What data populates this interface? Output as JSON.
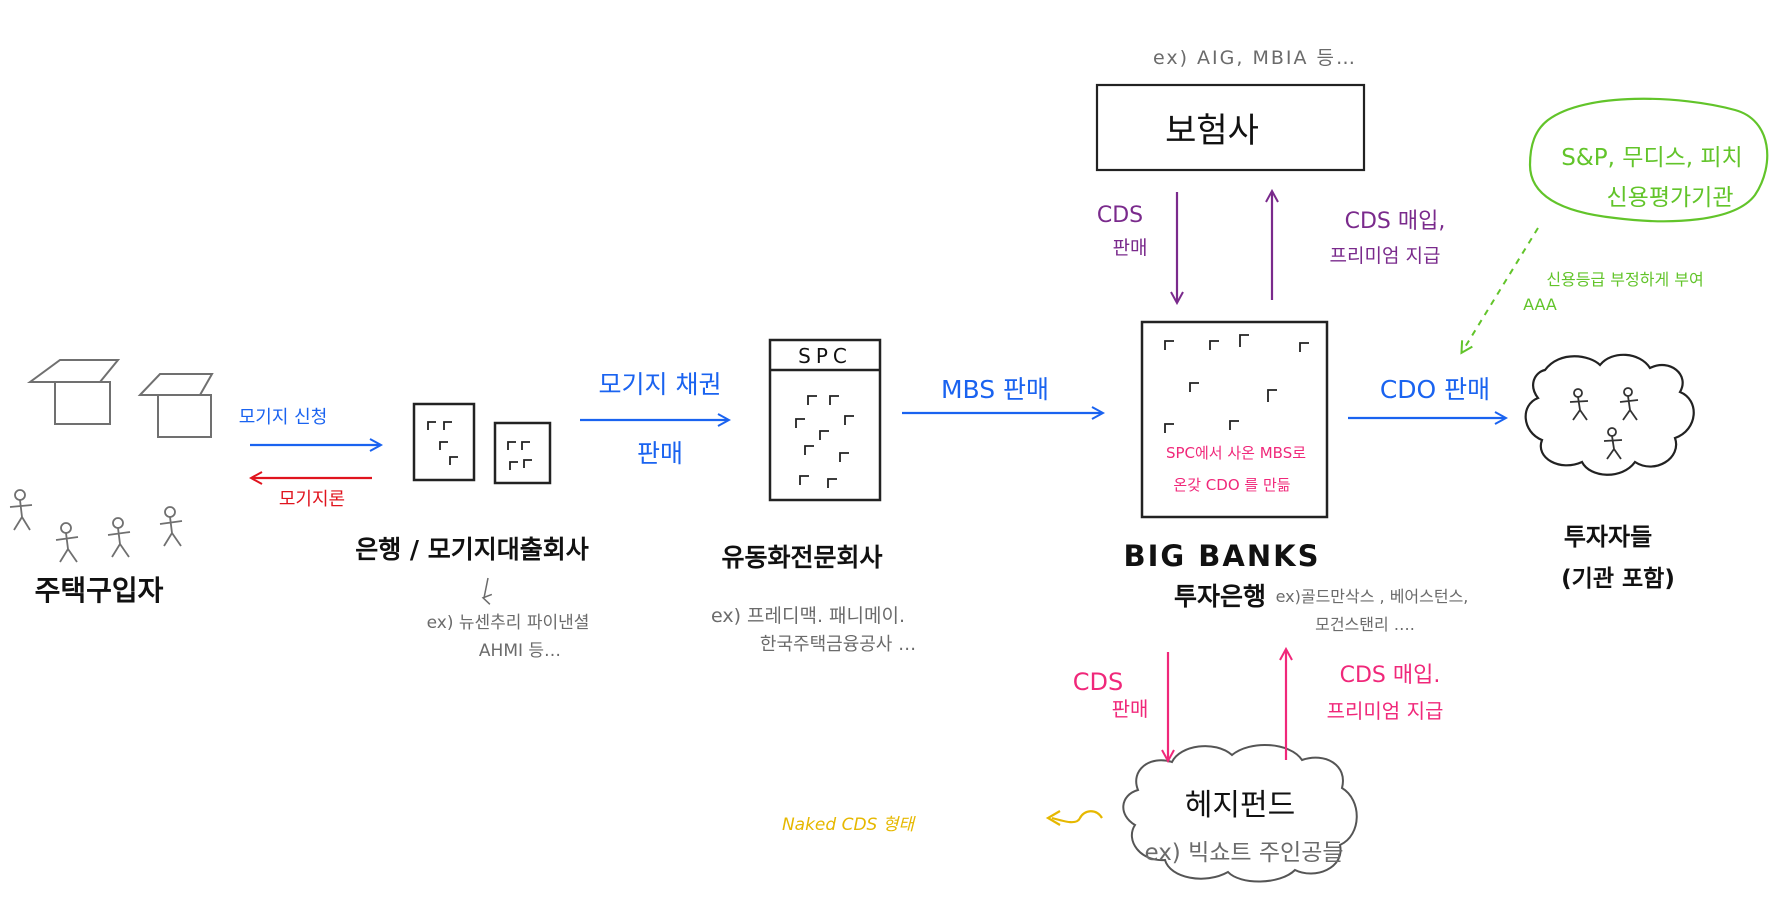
{
  "colors": {
    "black": "#111111",
    "gray": "#6b6b6b",
    "blue": "#1a63f0",
    "red": "#e0141e",
    "purple": "#7a2a8c",
    "pink": "#f0287a",
    "green": "#62c42a",
    "yellow": "#e6b800"
  },
  "nodes": {
    "homebuyers": {
      "label": "주택구입자"
    },
    "bank": {
      "label": "은행 / 모기지대출회사",
      "example_line1": "ex) 뉴센추리 파이낸셜",
      "example_line2": "AHMI 등…"
    },
    "liquidity": {
      "box_label": "SPC",
      "label": "유동화전문회사",
      "example_line1": "ex) 프레디맥. 패니메이.",
      "example_line2": "한국주택금융공사 …"
    },
    "big_banks": {
      "label_line1": "BIG BANKS",
      "label_line2": "투자은행",
      "inner_line1": "SPC에서 사온 MBS로",
      "inner_line2": "온갖 CDO 를 만듦",
      "example_line1": "ex)골드만삭스 , 베어스턴스,",
      "example_line2": "모건스탠리 …."
    },
    "insurer": {
      "label": "보험사",
      "example": "ex) AIG, MBIA 등…"
    },
    "rating": {
      "line1": "S&P, 무디스, 피치",
      "line2": "신용평가기관"
    },
    "investors": {
      "label_line1": "투자자들",
      "label_line2": "(기관 포함)"
    },
    "hedge": {
      "label": "헤지펀드",
      "example": "ex) 빅쇼트 주인공들"
    }
  },
  "edges": {
    "mortgage_apply": "모기지 신청",
    "mortgage_loan": "모기지론",
    "bond_sale_line1": "모기지 채권",
    "bond_sale_line2": "판매",
    "mbs_sale": "MBS 판매",
    "cdo_sale": "CDO 판매",
    "rating_line1": "신용등급  부정하게 부여",
    "rating_line2": "AAA",
    "cds_sell_top_line1": "CDS",
    "cds_sell_top_line2": "판매",
    "cds_buy_top_line1": "CDS 매입,",
    "cds_buy_top_line2": "프리미엄 지급",
    "cds_sell_bottom_line1": "CDS",
    "cds_sell_bottom_line2": "판매",
    "cds_buy_bottom_line1": "CDS 매입.",
    "cds_buy_bottom_line2": "프리미엄 지급",
    "naked_cds": "Naked CDS 형태"
  }
}
